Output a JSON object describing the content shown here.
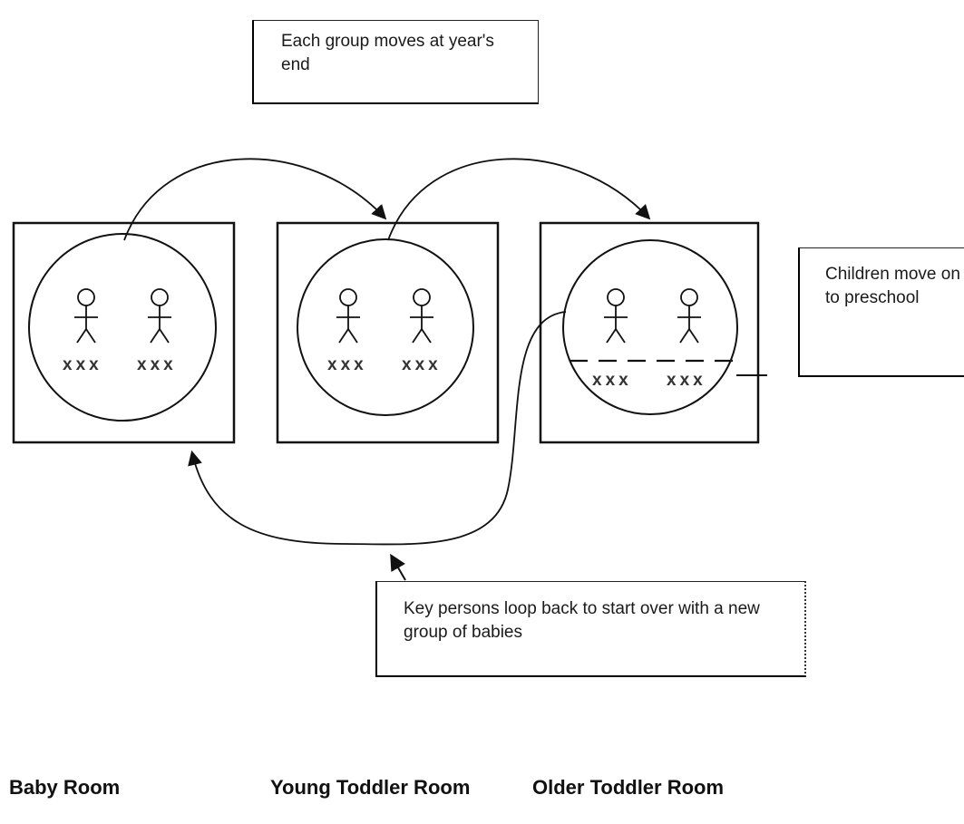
{
  "callouts": {
    "top": "Each group moves at year's end",
    "right": "Children move on to preschool",
    "bottom": "Key persons loop back to start over with a new group of babies"
  },
  "rooms": [
    {
      "label": "Baby Room",
      "marks": [
        "xxx",
        "xxx"
      ]
    },
    {
      "label": "Young Toddler Room",
      "marks": [
        "xxx",
        "xxx"
      ]
    },
    {
      "label": "Older Toddler Room",
      "marks": [
        "xxx",
        "xxx"
      ]
    }
  ],
  "colors": {
    "ink": "#111111",
    "background": "#ffffff"
  }
}
